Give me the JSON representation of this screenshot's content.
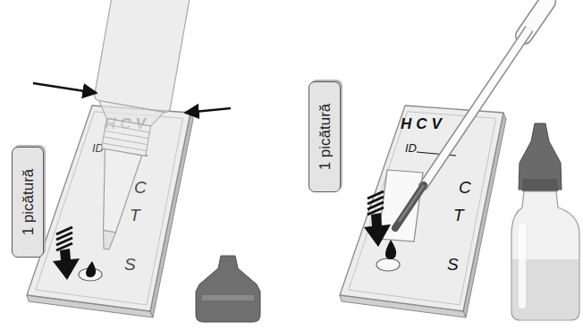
{
  "diagram": {
    "nodes": [
      {
        "text": [
          "1 picătură"
        ]
      },
      {
        "text": [
          "HCV",
          "ID",
          "C",
          "T",
          "S"
        ]
      },
      {
        "text": [
          "1 picătură"
        ]
      },
      {
        "text": [
          "HCV",
          "ID",
          "C",
          "T",
          "S"
        ]
      }
    ]
  }
}
